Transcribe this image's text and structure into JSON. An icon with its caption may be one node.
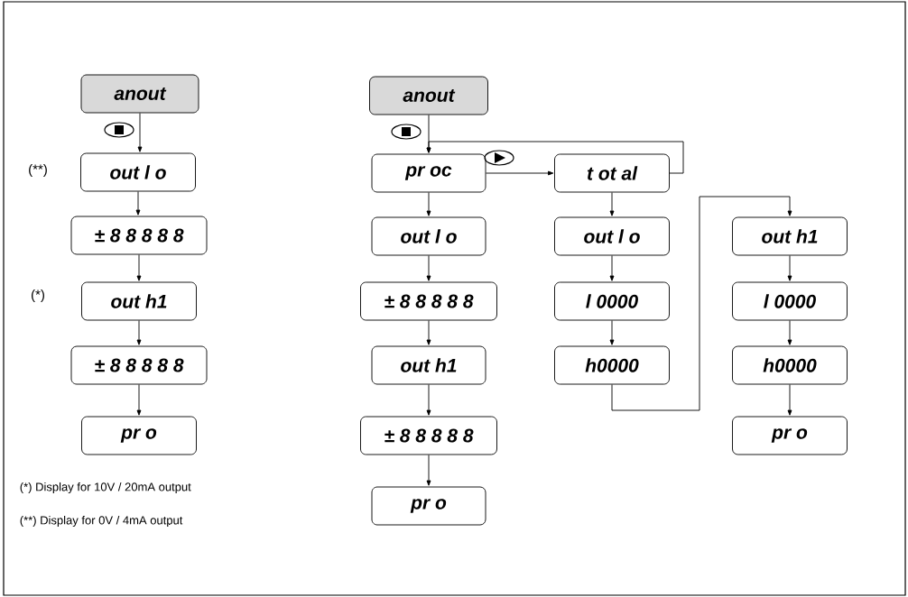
{
  "diagram": {
    "nodes": [
      {
        "text": [
          "anout"
        ]
      },
      {
        "text": [
          "out l o"
        ],
        "beside": [
          "(**)"
        ]
      },
      {
        "text": [
          "± 8 8 8 8 8"
        ]
      },
      {
        "text": [
          "out h1"
        ],
        "beside": [
          "(*)"
        ]
      },
      {
        "text": [
          "± 8 8 8 8 8"
        ]
      },
      {
        "text": [
          "pr o"
        ]
      },
      {
        "text": [
          "anout"
        ]
      },
      {
        "text": [
          "pr oc"
        ]
      },
      {
        "text": [
          "t ot al"
        ]
      },
      {
        "text": [
          "out l o"
        ]
      },
      {
        "text": [
          "± 8 8 8 8 8"
        ]
      },
      {
        "text": [
          "out h1"
        ]
      },
      {
        "text": [
          "± 8 8 8 8 8"
        ]
      },
      {
        "text": [
          "pr o"
        ]
      },
      {
        "text": [
          "out l o"
        ]
      },
      {
        "text": [
          "l 0000"
        ]
      },
      {
        "text": [
          "h0000"
        ]
      },
      {
        "text": [
          "out h1"
        ]
      },
      {
        "text": [
          "l 0000"
        ]
      },
      {
        "text": [
          "h0000"
        ]
      },
      {
        "text": [
          "pr o"
        ]
      }
    ],
    "edges": [
      {
        "from": 0,
        "to": 1,
        "arrow": "to"
      },
      {
        "from": 1,
        "to": 2,
        "arrow": "to"
      },
      {
        "from": 2,
        "to": 3,
        "arrow": "to"
      },
      {
        "from": 3,
        "to": 4,
        "arrow": "to"
      },
      {
        "from": 4,
        "to": 5,
        "arrow": "to"
      },
      {
        "from": 6,
        "to": 7,
        "arrow": "to"
      },
      {
        "from": 7,
        "to": 8,
        "arrow": "to"
      },
      {
        "from": 8,
        "to": 7,
        "arrow": "to"
      },
      {
        "from": 7,
        "to": 9,
        "arrow": "to"
      },
      {
        "from": 9,
        "to": 10,
        "arrow": "to"
      },
      {
        "from": 10,
        "to": 11,
        "arrow": "to"
      },
      {
        "from": 11,
        "to": 12,
        "arrow": "to"
      },
      {
        "from": 12,
        "to": 13,
        "arrow": "to"
      },
      {
        "from": 8,
        "to": 14,
        "arrow": "to"
      },
      {
        "from": 14,
        "to": 15,
        "arrow": "to"
      },
      {
        "from": 15,
        "to": 16,
        "arrow": "to"
      },
      {
        "from": 16,
        "to": 17,
        "arrow": "to"
      },
      {
        "from": 17,
        "to": 18,
        "arrow": "to"
      },
      {
        "from": 18,
        "to": 19,
        "arrow": "to"
      },
      {
        "from": 19,
        "to": 20,
        "arrow": "to"
      }
    ],
    "labels": [
      "(*) Display for 10V / 20mA output",
      "(**) Display for 0V / 4mA output"
    ]
  }
}
